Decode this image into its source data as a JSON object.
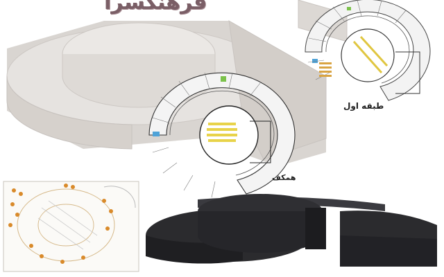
{
  "labels": {
    "title": "فرهنگسرا",
    "first_floor": "طبقه اول",
    "ground_floor": "همکف",
    "site_plan": ""
  },
  "colors": {
    "massing_light": "#e3e0dd",
    "massing_side": "#cfcac6",
    "massing_dark": "#2b2b2e",
    "massing_dark_side": "#3a3a3f",
    "plan_line": "#3a3a3a",
    "plan_fill": "#f4f4f4",
    "seat_yellow": "#e8d34a",
    "seat_orange": "#d98a2a",
    "accent_blue": "#4fa3d8",
    "accent_green": "#7cc24b"
  }
}
